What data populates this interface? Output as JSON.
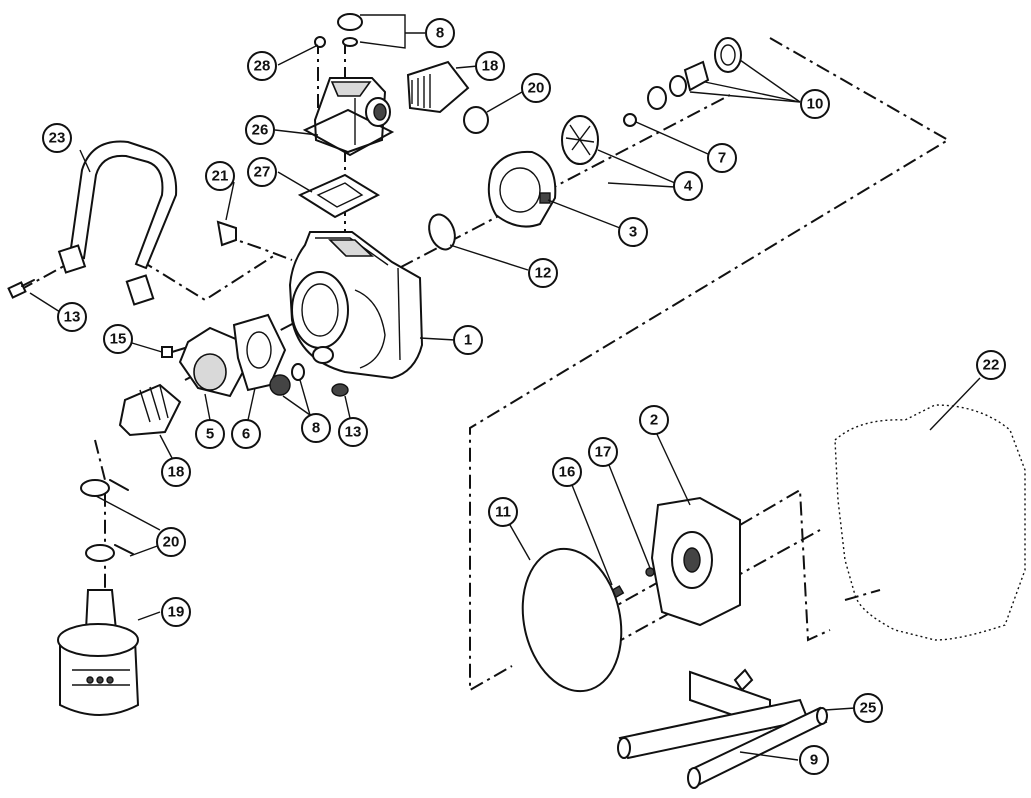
{
  "callouts": {
    "c1": "1",
    "c2": "2",
    "c3": "3",
    "c4": "4",
    "c5": "5",
    "c6": "6",
    "c7": "7",
    "c8a": "8",
    "c8b": "8",
    "c9": "9",
    "c10": "10",
    "c11": "11",
    "c12": "12",
    "c13a": "13",
    "c13b": "13",
    "c15": "15",
    "c16": "16",
    "c17": "17",
    "c18a": "18",
    "c18b": "18",
    "c19": "19",
    "c20a": "20",
    "c20b": "20",
    "c21": "21",
    "c22": "22",
    "c23": "23",
    "c25": "25",
    "c26": "26",
    "c27": "27",
    "c28": "28"
  }
}
